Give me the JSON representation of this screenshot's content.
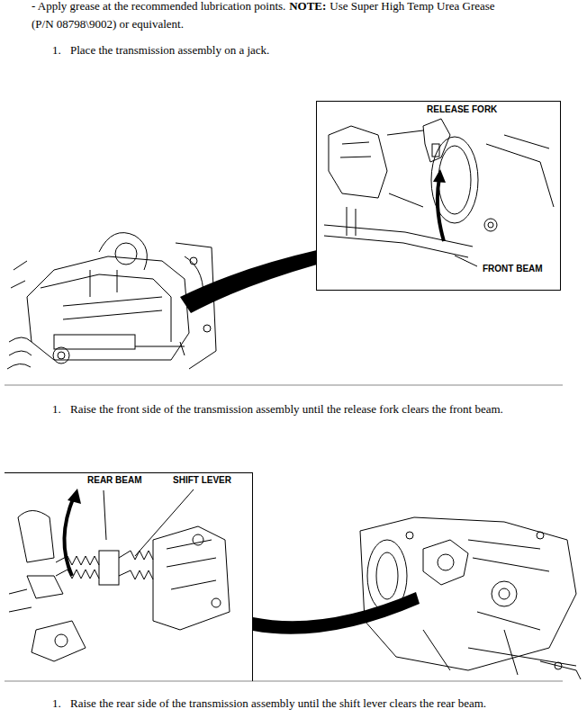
{
  "diagram": {
    "nodes": [
      {
        "text": [
          "RELEASE FORK",
          "FRONT BEAM"
        ]
      },
      {
        "text": [
          "REAR BEAM",
          "SHIFT LEVER"
        ]
      }
    ],
    "labels": [
      "- Apply grease at the recommended lubrication points.",
      "NOTE:",
      "Use Super High Temp Urea Grease (P/N 08798\\9002) or equivalent.",
      "1.",
      "Place the transmission assembly on a jack.",
      "1.",
      "Raise the front side of the transmission assembly until the release fork clears the front beam.",
      "1.",
      "Raise the rear side of the transmission assembly until the shift lever clears the rear beam."
    ]
  }
}
